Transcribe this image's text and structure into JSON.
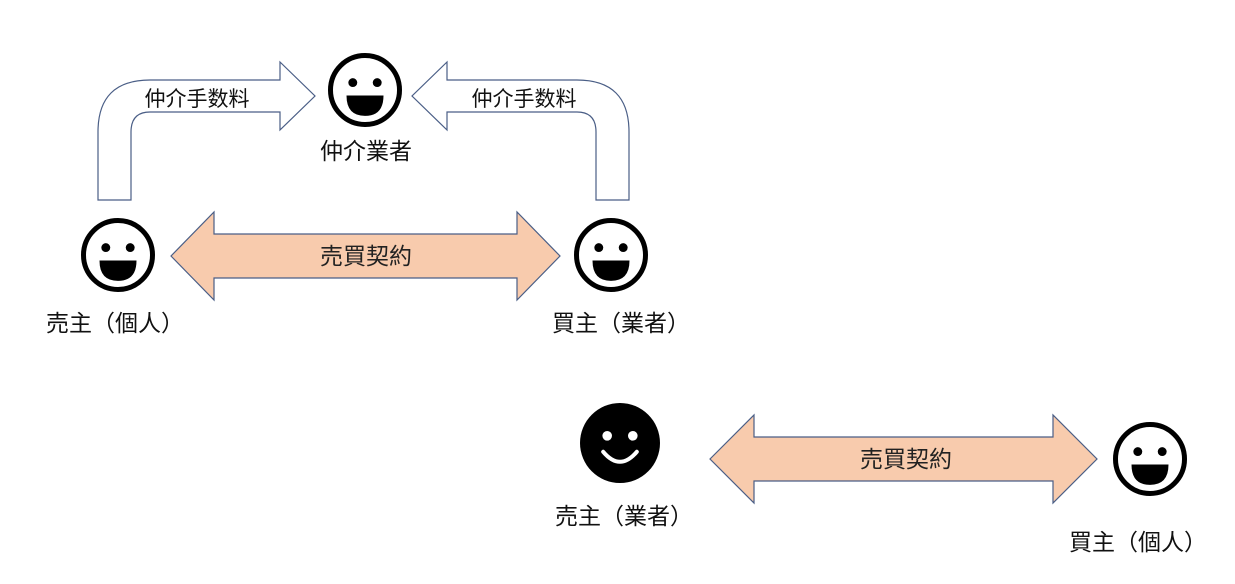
{
  "colors": {
    "contract_arrow_fill": "#f8cbad",
    "contract_arrow_stroke": "#4a5e86",
    "fee_arrow_fill": "#ffffff",
    "fee_arrow_stroke": "#4a5e86",
    "face_stroke": "#000000",
    "solid_face_fill": "#000000"
  },
  "top_scenario": {
    "broker": {
      "label": "仲介業者",
      "icon": "smiley-face-icon"
    },
    "seller": {
      "label": "売主（個人）",
      "icon": "smiley-face-icon"
    },
    "buyer": {
      "label": "買主（業者）",
      "icon": "smiley-face-icon"
    },
    "fee_left": {
      "label": "仲介手数料"
    },
    "fee_right": {
      "label": "仲介手数料"
    },
    "contract": {
      "label": "売買契約"
    }
  },
  "bottom_scenario": {
    "seller": {
      "label": "売主（業者）",
      "icon": "solid-smiley-face-icon"
    },
    "buyer": {
      "label": "買主（個人）",
      "icon": "smiley-face-icon"
    },
    "contract": {
      "label": "売買契約"
    }
  }
}
